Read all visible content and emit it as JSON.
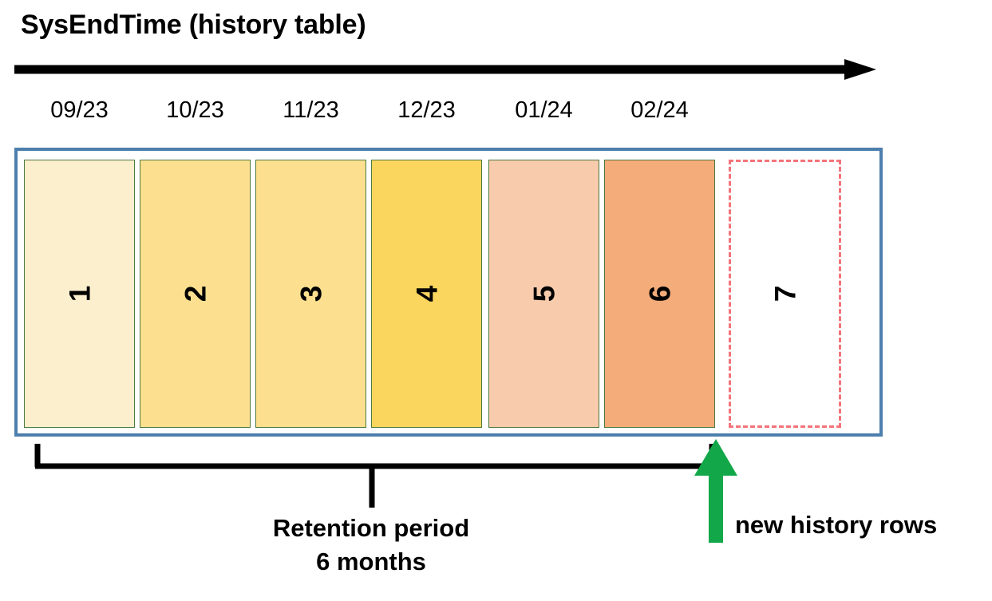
{
  "diagram": {
    "title": "SysEndTime (history table)",
    "axis": {
      "name": "time-axis",
      "direction": "left-to-right",
      "arrow_color": "#000000"
    },
    "month_labels": [
      "09/23",
      "10/23",
      "11/23",
      "12/23",
      "01/24",
      "02/24"
    ],
    "container": {
      "border_color": "#4d7fad",
      "fill": "#ffffff"
    },
    "partitions": [
      {
        "number": "1",
        "month": "09/23",
        "fill": "#fcefcd",
        "border": "#4c7a3f",
        "style": "solid",
        "state": "retained"
      },
      {
        "number": "2",
        "month": "10/23",
        "fill": "#fce08f",
        "border": "#4c7a3f",
        "style": "solid",
        "state": "retained"
      },
      {
        "number": "3",
        "month": "11/23",
        "fill": "#fce08f",
        "border": "#4c7a3f",
        "style": "solid",
        "state": "retained"
      },
      {
        "number": "4",
        "month": "12/23",
        "fill": "#fbd65e",
        "border": "#4c7a3f",
        "style": "solid",
        "state": "retained"
      },
      {
        "number": "5",
        "month": "01/24",
        "fill": "#f7cbac",
        "border": "#4c7a3f",
        "style": "solid",
        "state": "retained"
      },
      {
        "number": "6",
        "month": "02/24",
        "fill": "#f4ac7a",
        "border": "#4c7a3f",
        "style": "solid",
        "state": "retained"
      },
      {
        "number": "7",
        "month": "",
        "fill": "#ffffff",
        "border": "#f4737a",
        "style": "dashed",
        "state": "future"
      }
    ],
    "retention": {
      "caption_line1": "Retention period",
      "caption_line2": "6 months",
      "bracket_color": "#000000",
      "spans_partitions": [
        "1",
        "2",
        "3",
        "4",
        "5",
        "6"
      ]
    },
    "new_rows": {
      "label": "new history rows",
      "arrow_color": "#12a84a",
      "arrow_direction": "up"
    }
  }
}
